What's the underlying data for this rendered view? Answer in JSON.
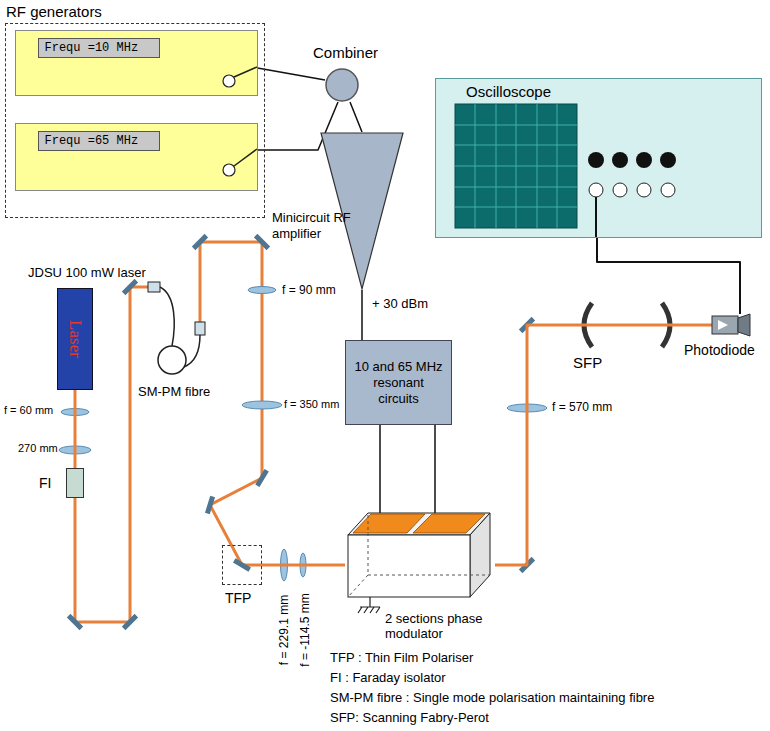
{
  "diagram": {
    "nodes": [
      {
        "text": [
          "RF generators"
        ]
      },
      {
        "text": [
          "Frequ =10 MHz"
        ],
        "in": 0
      },
      {
        "text": [
          "Frequ =65 MHz"
        ],
        "in": 0
      },
      {
        "text": [
          "Combiner"
        ]
      },
      {
        "text": [
          "Minicircuit RF amplifier"
        ]
      },
      {
        "text": [
          "Oscilloscope"
        ]
      },
      {
        "text": [
          "JDSU 100 mW laser",
          "Laser"
        ]
      },
      {
        "text": [
          "10 and 65 MHz resonant circuits"
        ]
      },
      {
        "text": [
          "FI"
        ]
      },
      {
        "text": [
          "TFP"
        ]
      },
      {
        "text": [
          "2 sections phase modulator"
        ]
      },
      {
        "text": [
          "Photodiode"
        ]
      }
    ],
    "edges": [
      {
        "from": 1,
        "to": 3,
        "arrow": "none"
      },
      {
        "from": 2,
        "to": 3,
        "arrow": "none"
      },
      {
        "from": 3,
        "to": 4,
        "arrow": "none"
      },
      {
        "from": 4,
        "to": 7,
        "label": "+ 30 dBm",
        "arrow": "none"
      },
      {
        "from": 7,
        "to": 10,
        "arrow": "none"
      },
      {
        "from": 7,
        "to": 10,
        "arrow": "none"
      },
      {
        "from": 6,
        "to": 8,
        "arrow": "none"
      },
      {
        "from": 9,
        "to": 10,
        "arrow": "none"
      },
      {
        "from": 10,
        "to": 11,
        "arrow": "none"
      },
      {
        "from": 11,
        "to": 5,
        "arrow": "none"
      }
    ],
    "labels": [
      "f = 60 mm",
      "270 mm",
      "SM-PM fibre",
      "f = 90 mm",
      "f = 350 mm",
      "f = 229.1 mm",
      "f = -114.5 mm",
      "f = 570 mm",
      "SFP",
      "TFP : Thin Film Polariser",
      "FI : Faraday isolator",
      "SM-PM fibre : Single mode polarisation maintaining fibre",
      "SFP: Scanning Fabry-Perot"
    ]
  }
}
